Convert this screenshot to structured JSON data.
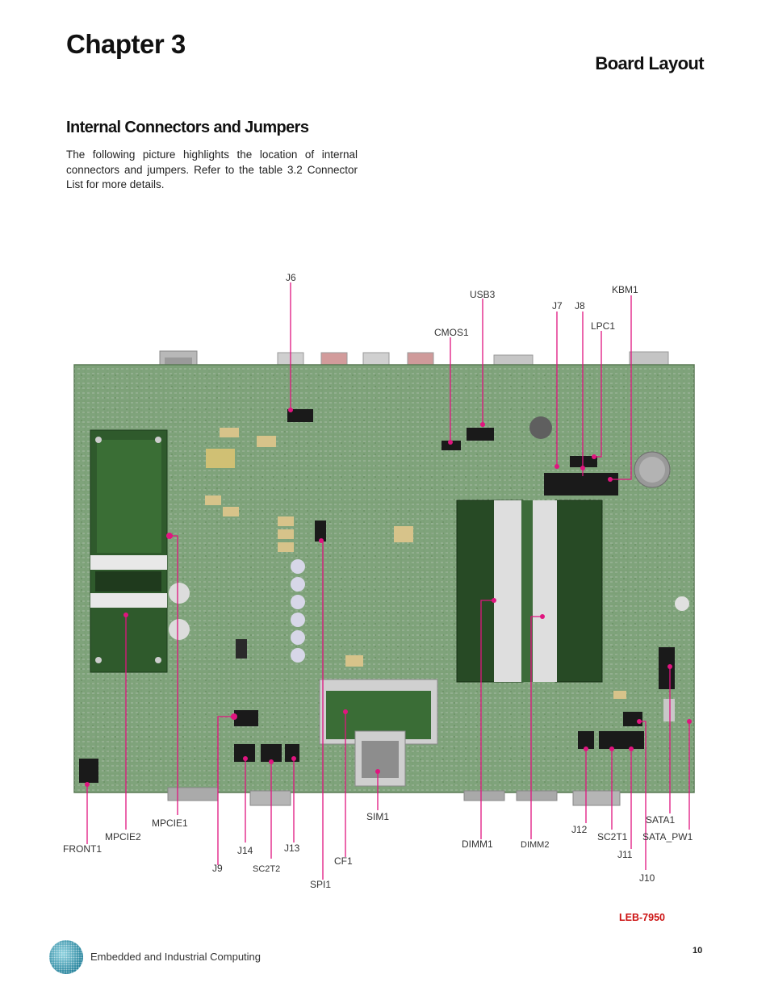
{
  "header": {
    "chapter": "Chapter 3",
    "section": "Board Layout"
  },
  "content": {
    "subsection": "Internal Connectors and Jumpers",
    "intro": "The following picture highlights the location of internal connectors and jumpers. Refer to the table 3.2 Connector List for more details."
  },
  "labels": {
    "j6": "J6",
    "usb3": "USB3",
    "kbm1": "KBM1",
    "j7": "J7",
    "j8": "J8",
    "lpc1": "LPC1",
    "cmos1": "CMOS1",
    "front1": "FRONT1",
    "mpcie2": "MPCIE2",
    "mpcie1": "MPCIE1",
    "j9": "J9",
    "j14": "J14",
    "sc2t2": "SC2T2",
    "j13": "J13",
    "spi1": "SPI1",
    "cf1": "CF1",
    "sim1": "SIM1",
    "dimm1": "DIMM1",
    "dimm2": "DIMM2",
    "j12": "J12",
    "sc2t1": "SC2T1",
    "j11": "J11",
    "j10": "J10",
    "sata1": "SATA1",
    "sata_pw1": "SATA_PW1"
  },
  "colors": {
    "pcb": "#7fa37b",
    "callout": "#e0157f",
    "model": "#cc1111"
  },
  "footer": {
    "model": "LEB-7950",
    "company": "Embedded and Industrial Computing",
    "page_number": "10"
  }
}
